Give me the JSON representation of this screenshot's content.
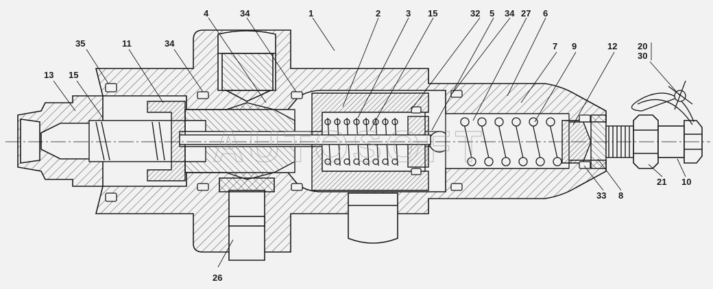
{
  "diagram": {
    "watermark": "AUTOSOFT",
    "colors": {
      "background": "#f2f2f2",
      "line": "#1a1a1a",
      "hatch": "#333333",
      "watermark": "#9a9a9a"
    },
    "callouts": [
      {
        "id": "c1",
        "text": "1"
      },
      {
        "id": "c2",
        "text": "2"
      },
      {
        "id": "c3",
        "text": "3"
      },
      {
        "id": "c4",
        "text": "4"
      },
      {
        "id": "c5",
        "text": "5"
      },
      {
        "id": "c6",
        "text": "6"
      },
      {
        "id": "c7",
        "text": "7"
      },
      {
        "id": "c8",
        "text": "8"
      },
      {
        "id": "c9",
        "text": "9"
      },
      {
        "id": "c10",
        "text": "10"
      },
      {
        "id": "c11",
        "text": "11"
      },
      {
        "id": "c12",
        "text": "12"
      },
      {
        "id": "c13",
        "text": "13"
      },
      {
        "id": "c15a",
        "text": "15"
      },
      {
        "id": "c15b",
        "text": "15"
      },
      {
        "id": "c20",
        "text": "20"
      },
      {
        "id": "c21",
        "text": "21"
      },
      {
        "id": "c26",
        "text": "26"
      },
      {
        "id": "c27",
        "text": "27"
      },
      {
        "id": "c30",
        "text": "30"
      },
      {
        "id": "c32",
        "text": "32"
      },
      {
        "id": "c33",
        "text": "33"
      },
      {
        "id": "c34a",
        "text": "34"
      },
      {
        "id": "c34b",
        "text": "34"
      },
      {
        "id": "c34c",
        "text": "34"
      },
      {
        "id": "c35",
        "text": "35"
      }
    ]
  }
}
